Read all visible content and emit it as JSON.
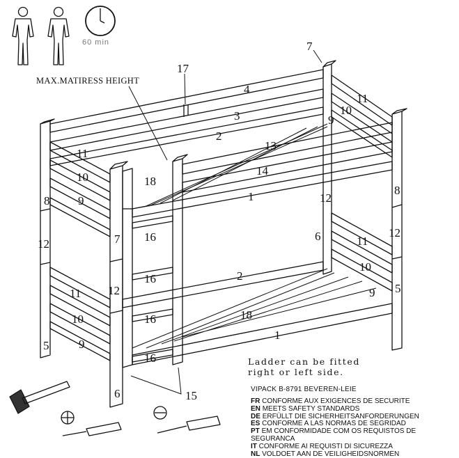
{
  "header": {
    "duration": "60 min"
  },
  "diagram": {
    "max_mattress_label": "MAX.MATIRESS HEIGHT",
    "part_numbers": {
      "p17": "17",
      "p7": "7",
      "p4": "4",
      "p11_rear": "11",
      "p10_rear": "10",
      "p3": "3",
      "p9_rear": "9",
      "p2_top": "2",
      "p13": "13",
      "p14": "14",
      "p11_left": "11",
      "p10_left": "10",
      "p18_top": "18",
      "p8_left": "8",
      "p9_left": "9",
      "p8_right": "8",
      "p1_top": "1",
      "p12_rc": "12",
      "p12_left": "12",
      "p7_front": "7",
      "p16_a": "16",
      "p6_rear": "6",
      "p11_rr": "11",
      "p12_right": "12",
      "p2_bottom": "2",
      "p10_rr": "10",
      "p16_b": "16",
      "p5_right": "5",
      "p9_rr": "9",
      "p11_lower": "11",
      "p12_front": "12",
      "p18_bottom": "18",
      "p10_lower": "10",
      "p16_c": "16",
      "p1_bottom": "1",
      "p5_left": "5",
      "p9_lower": "9",
      "p16_d": "16",
      "p6_front": "6",
      "p15": "15"
    }
  },
  "ladder_note": {
    "line1": "Ladder can be fitted",
    "line2": "right or left side."
  },
  "vipack": "VIPACK B-8791 BEVEREN-LEIE",
  "conformity": [
    {
      "code": "FR",
      "text": "CONFORME AUX EXIGENCES DE SECURITE"
    },
    {
      "code": "EN",
      "text": "MEETS SAFETY STANDARDS"
    },
    {
      "code": "DE",
      "text": "ERFÜLLT DIE SICHERHEITSANFORDERUNGEN"
    },
    {
      "code": "ES",
      "text": "CONFORME A LAS NORMAS DE SEGRIDAD"
    },
    {
      "code": "PT",
      "text": "EM CONFORMIDADE COM OS REQUISTOS DE SEGURANCA"
    },
    {
      "code": "IT",
      "text": "CONFORME AI REQUISTI DI SICUREZZA"
    },
    {
      "code": "NL",
      "text": "VOLDOET AAN DE VEILIGHEIDSNORMEN"
    }
  ]
}
